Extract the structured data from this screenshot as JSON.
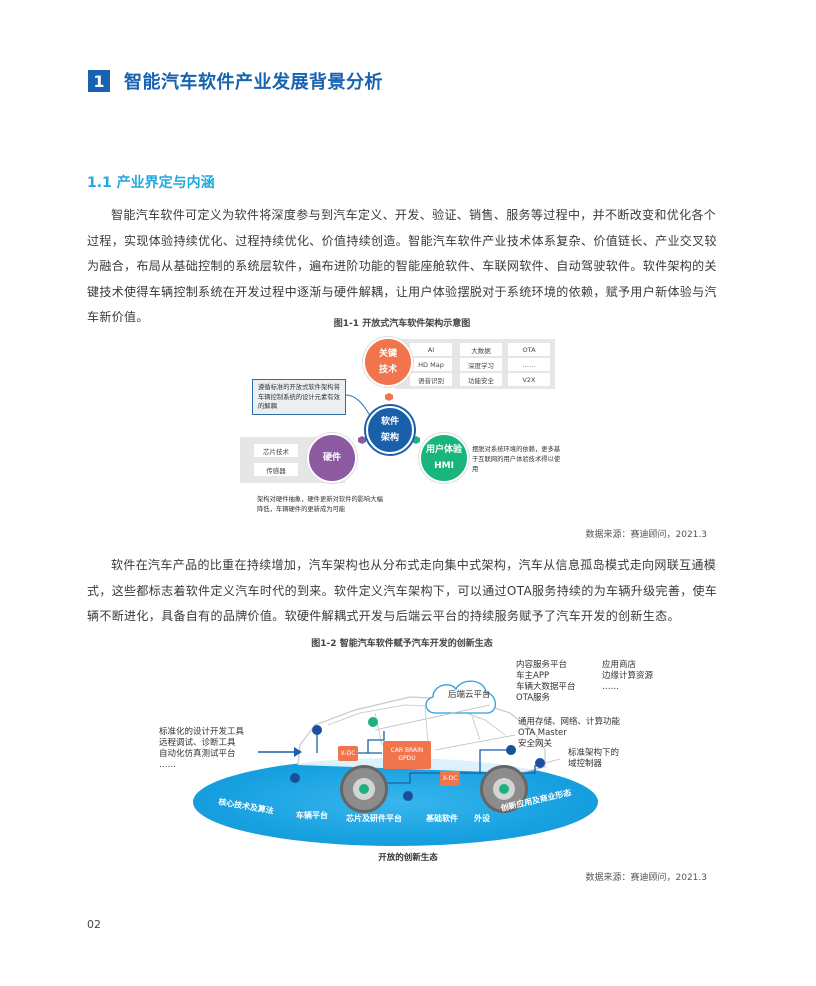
{
  "chapter": {
    "number": "1",
    "title": "智能汽车软件产业发展背景分析"
  },
  "section": {
    "title": "1.1  产业界定与内涵"
  },
  "paragraphs": {
    "p1": "智能汽车软件可定义为软件将深度参与到汽车定义、开发、验证、销售、服务等过程中，并不断改变和优化各个过程，实现体验持续优化、过程持续优化、价值持续创造。智能汽车软件产业技术体系复杂、价值链长、产业交叉较为融合，布局从基础控制的系统层软件，遍布进阶功能的智能座舱软件、车联网软件、自动驾驶软件。软件架构的关键技术使得车辆控制系统在开发过程中逐渐与硬件解耦，让用户体验摆脱对于系统环境的依赖，赋予用户新体验与汽车新价值。",
    "p2": "软件在汽车产品的比重在持续增加，汽车架构也从分布式走向集中式架构，汽车从信息孤岛模式走向网联互通模式，这些都标志着软件定义汽车时代的到来。软件定义汽车架构下，可以通过OTA服务持续的为车辆升级完善，使车辆不断进化，具备自有的品牌价值。软硬件解耦式开发与后端云平台的持续服务赋予了汽车开发的创新生态。"
  },
  "figure1": {
    "caption": "图1-1    开放式汽车软件架构示意图",
    "center": {
      "line1": "软件",
      "line2": "架构",
      "color": "#1a5fa9"
    },
    "key_tech": {
      "line1": "关键",
      "line2": "技术",
      "color": "#f0754d",
      "items": [
        "AI",
        "大数据",
        "OTA",
        "HD Map",
        "深度学习",
        "……",
        "语音识别",
        "功能安全",
        "V2X"
      ]
    },
    "hardware": {
      "label": "硬件",
      "color": "#8d5aa2",
      "items": [
        "芯片技术",
        "传感器"
      ],
      "note": "架构对硬件抽象，硬件更新对软件的影响大幅降低，车辆硬件的更新成为可能"
    },
    "hmi": {
      "line1": "用户体验",
      "line2": "HMI",
      "color": "#19b57c",
      "note": "摆脱对系统环境的依赖，更多基于互联网的用户体验技术得以使用"
    },
    "decouple_note": "遵循标准的开放式软件架构将车辆控制系统的设计元素有效的解耦",
    "source": "数据来源：赛迪顾问，2021.3"
  },
  "figure2": {
    "caption": "图1-2    智能汽车软件赋予汽车开发的创新生态",
    "cloud_label": "后端云平台",
    "cloud_services_col1": [
      "内容服务平台",
      "车主APP",
      "车辆大数据平台",
      "OTA服务"
    ],
    "cloud_services_col2": [
      "应用商店",
      "边缘计算资源",
      "……"
    ],
    "gateway_features": [
      "通用存储、网络、计算功能",
      "OTA Master",
      "安全网关"
    ],
    "domain_controller": [
      "标准架构下的",
      "域控制器"
    ],
    "dev_tools": [
      "标准化的设计开发工具",
      "远程调试、诊断工具",
      "自动化仿真测试平台",
      "……"
    ],
    "ecu_left": "X-DC",
    "ecu_right": "X-DC",
    "car_brain": {
      "line1": "CAR BRAIN",
      "line2": "GPDU"
    },
    "platform_layers": [
      "核心技术及算法",
      "车辆平台",
      "芯片及研件平台",
      "基础软件",
      "外设",
      "创新应用及商业形态"
    ],
    "subtitle": "开放的创新生态",
    "source": "数据来源：赛迪顾问，2021.3",
    "colors": {
      "platform": "#17a1e0",
      "ecu": "#f0754d",
      "node": "#1a4f9c",
      "sensor": "#1bb37a"
    }
  },
  "page_number": "02"
}
